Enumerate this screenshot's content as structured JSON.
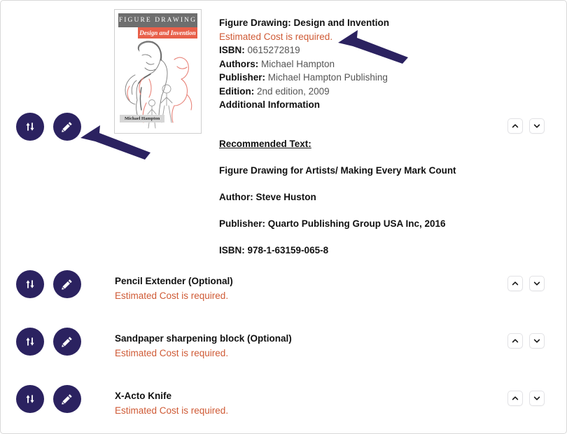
{
  "items": [
    {
      "id": "figure-drawing",
      "title": "Figure Drawing: Design and Invention",
      "error": "Estimated Cost is required.",
      "fields": [
        {
          "label": "ISBN:",
          "value": "0615272819"
        },
        {
          "label": "Authors:",
          "value": "Michael Hampton"
        },
        {
          "label": "Publisher:",
          "value": "Michael Hampton Publishing"
        },
        {
          "label": "Edition:",
          "value": "2nd edition, 2009"
        }
      ],
      "additional_information": "Additional Information",
      "cover": {
        "band_title": "FIGURE DRAWING",
        "band_subtitle": "Design and Invention",
        "author": "Michael Hampton"
      },
      "recommended": {
        "heading": "Recommended Text: ",
        "lines": [
          " Figure Drawing for Artists/ Making Every Mark Count",
          "Author: Steve Huston",
          "Publisher: Quarto Publishing Group USA Inc, 2016",
          "ISBN: 978-1-63159-065-8"
        ]
      }
    },
    {
      "id": "pencil-extender",
      "title": "Pencil Extender (Optional)",
      "error": "Estimated Cost is required."
    },
    {
      "id": "sandpaper-block",
      "title": "Sandpaper sharpening block (Optional)",
      "error": "Estimated Cost is required."
    },
    {
      "id": "xacto-knife",
      "title": "X-Acto Knife",
      "error": "Estimated Cost is required."
    }
  ],
  "icons": {
    "reorder": "sort-updown-icon",
    "edit": "pencil-icon",
    "move_up": "chevron-up-icon",
    "move_down": "chevron-down-icon"
  },
  "colors": {
    "action_button": "#2b2260",
    "error_text": "#cf5a35",
    "annotation_arrow": "#2b2260",
    "cover_band": "#6e6e6e",
    "cover_accent": "#e8604a"
  }
}
